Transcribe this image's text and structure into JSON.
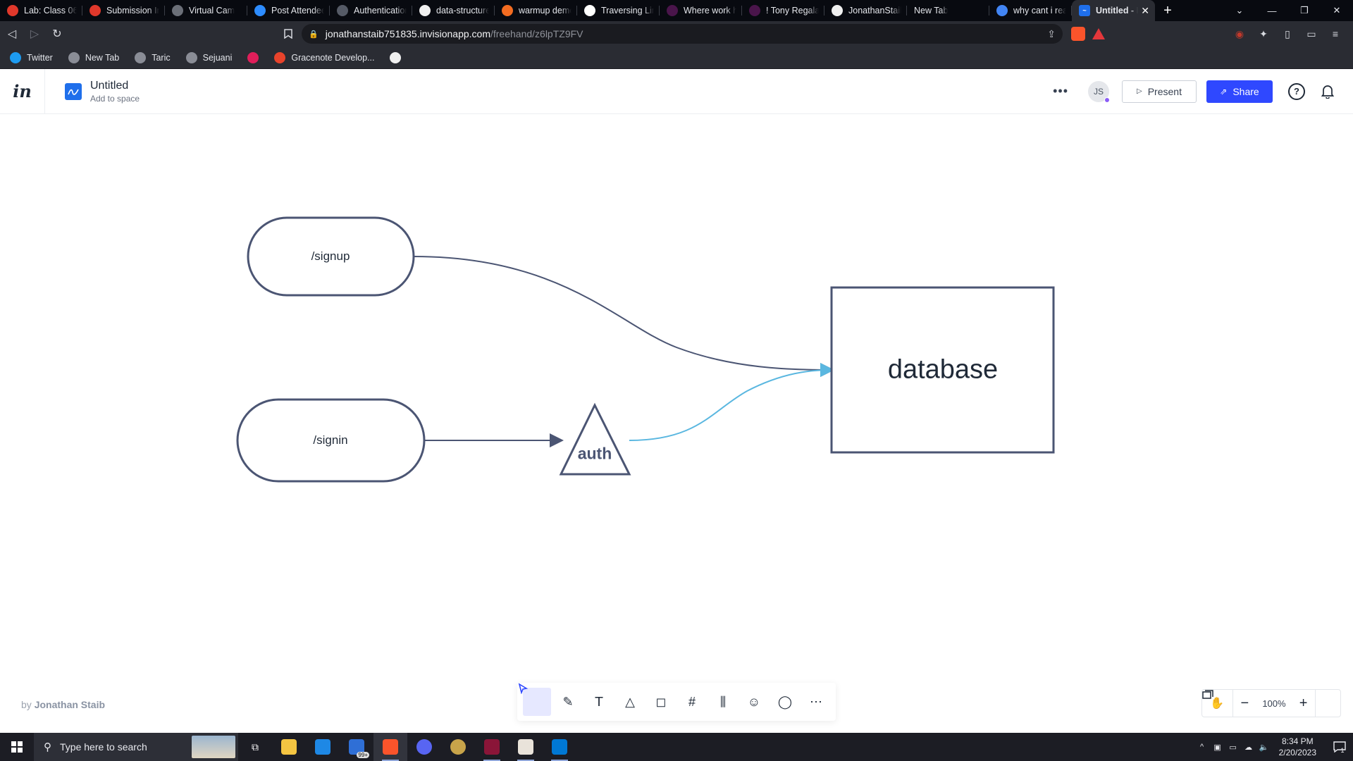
{
  "browser": {
    "tabs": [
      {
        "label": "Lab: Class 06",
        "color": "#e0382b"
      },
      {
        "label": "Submission Ins",
        "color": "#e0382b"
      },
      {
        "label": "Virtual Cam",
        "color": "#6b6f78"
      },
      {
        "label": "Post Attendee",
        "color": "#2d8cff"
      },
      {
        "label": "Authentication",
        "color": "#555a66"
      },
      {
        "label": "data-structures",
        "color": "#f0f0f0"
      },
      {
        "label": "warmup demo",
        "color": "#f36c21"
      },
      {
        "label": "Traversing Link",
        "color": "#ffffff"
      },
      {
        "label": "Where work ha",
        "color": "#4a154b"
      },
      {
        "label": "! Tony Regalado",
        "color": "#4a154b"
      },
      {
        "label": "JonathanStaib/",
        "color": "#f0f0f0"
      },
      {
        "label": "New Tab",
        "color": ""
      },
      {
        "label": "why cant i read",
        "color": "#4285f4"
      }
    ],
    "active_tab": {
      "label": "Untitled - I",
      "color": "#1f6feb"
    },
    "url_host": "jonathanstaib751835.invisionapp.com",
    "url_path": "/freehand/z6lpTZ9FV",
    "bookmarks": [
      {
        "label": "Twitter",
        "color": "#1d9bf0"
      },
      {
        "label": "New Tab",
        "color": "#8a8d96"
      },
      {
        "label": "Taric",
        "color": "#8a8d96"
      },
      {
        "label": "Sejuani",
        "color": "#8a8d96"
      },
      {
        "label": "",
        "color": "#e01e5a"
      },
      {
        "label": "Gracenote Develop...",
        "color": "#e8432b"
      },
      {
        "label": "",
        "color": "#f0f0f0"
      }
    ]
  },
  "app": {
    "doc_title": "Untitled",
    "doc_subtitle": "Add to space",
    "avatar_initials": "JS",
    "present_label": "Present",
    "share_label": "Share",
    "accent": "#2f48ff"
  },
  "canvas": {
    "nodes": {
      "signup": "/signup",
      "signin": "/signin",
      "auth": "auth",
      "database": "database"
    },
    "connector_colors": {
      "default": "#4b5573",
      "selected": "#5ab7e0"
    },
    "credit_prefix": "by",
    "credit_author": "Jonathan Staib",
    "zoom": "100%",
    "toolbar": [
      "select-tool",
      "pen-tool",
      "text-tool",
      "shape-tool",
      "sticky-note-tool",
      "frame-tool",
      "components-tool",
      "stickers-tool",
      "comment-tool",
      "more-tools"
    ]
  },
  "taskbar": {
    "search_placeholder": "Type here to search",
    "mail_badge": "99+",
    "time": "8:34 PM",
    "date": "2/20/2023",
    "notification_count": "1"
  }
}
